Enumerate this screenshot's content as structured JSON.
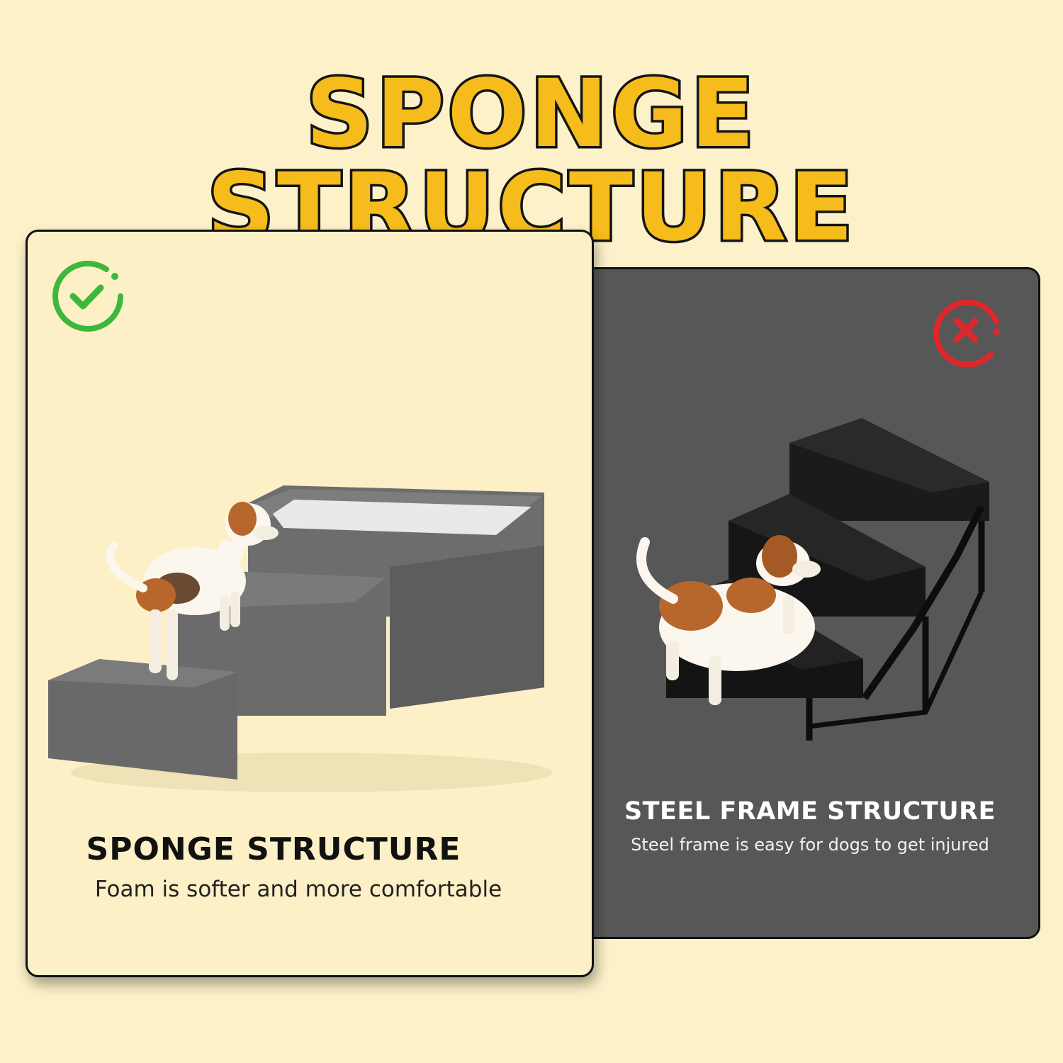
{
  "headline": "SPONGE STRUCTURE",
  "good_panel": {
    "title": "SPONGE STRUCTURE",
    "subtitle": "Foam is softer and more comfortable",
    "icon": "check-circle-icon",
    "icon_color": "#3db83a"
  },
  "bad_panel": {
    "title": "STEEL FRAME STRUCTURE",
    "subtitle": "Steel frame is easy for dogs to get injured",
    "icon": "x-circle-icon",
    "icon_color": "#e0262d"
  },
  "colors": {
    "background": "#fdf1c9",
    "headline_fill": "#f6bc1b",
    "bad_panel_bg": "#575757"
  }
}
